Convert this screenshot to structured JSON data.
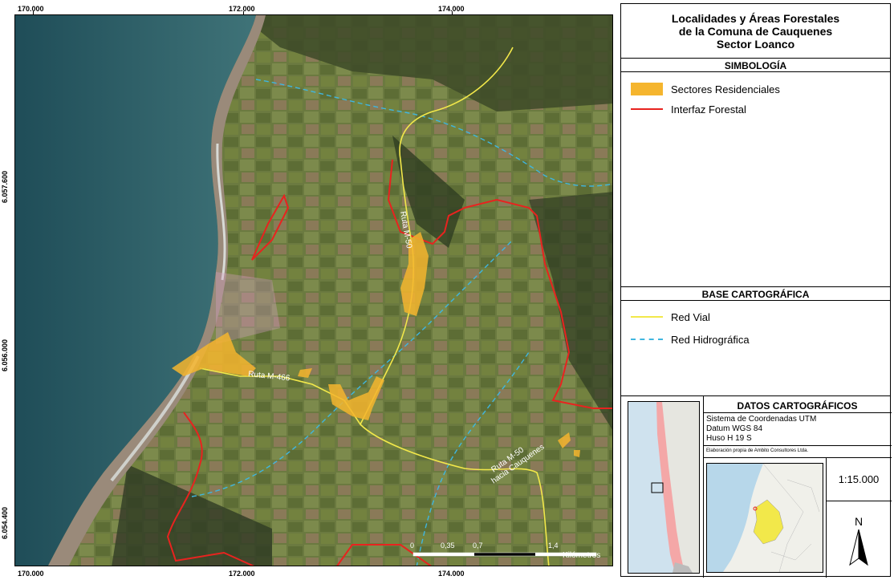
{
  "title": {
    "line1": "Localidades y Áreas Forestales",
    "line2": "de la Comuna de Cauquenes",
    "line3": "Sector Loanco"
  },
  "simbologia": {
    "header": "SIMBOLOGÍA",
    "items": [
      {
        "label": "Sectores Residenciales",
        "color": "#f5b52e"
      },
      {
        "label": "Interfaz Forestal",
        "color": "#e8231f"
      }
    ]
  },
  "base": {
    "header": "BASE CARTOGRÁFICA",
    "items": [
      {
        "label": "Red Vial",
        "color": "#f2e84a"
      },
      {
        "label": "Red Hidrográfica",
        "color": "#3fb6e0"
      }
    ]
  },
  "datos": {
    "header": "DATOS CARTOGRÁFICOS",
    "lines": [
      "Sistema de Coordenadas UTM",
      "Datum WGS 84",
      "Huso H 19 S"
    ],
    "credit": "Elaboración propia de Ambito Consultores Ltda.",
    "scale": "1:15.000",
    "north": "N"
  },
  "coords": {
    "x": [
      "170.000",
      "172.000",
      "174.000"
    ],
    "y": [
      "6.057.600",
      "6.056.000",
      "6.054.400"
    ]
  },
  "map_labels": {
    "ruta_m50": "Ruta M-50",
    "ruta_m466": "Ruta M-466",
    "ruta_m50_cauquenes_1": "Ruta M-50",
    "ruta_m50_cauquenes_2": "hacia Cauquenes"
  },
  "scalebar": {
    "ticks": [
      "0",
      "0,35",
      "0,7",
      "1,4"
    ],
    "unit": "Kilómetros"
  },
  "colors": {
    "ocean": "#2b5a63",
    "land": "#5e6e3a",
    "residential": "#f5b52e",
    "interface": "#e8231f",
    "road": "#f2e84a",
    "water": "#3fb6e0"
  }
}
